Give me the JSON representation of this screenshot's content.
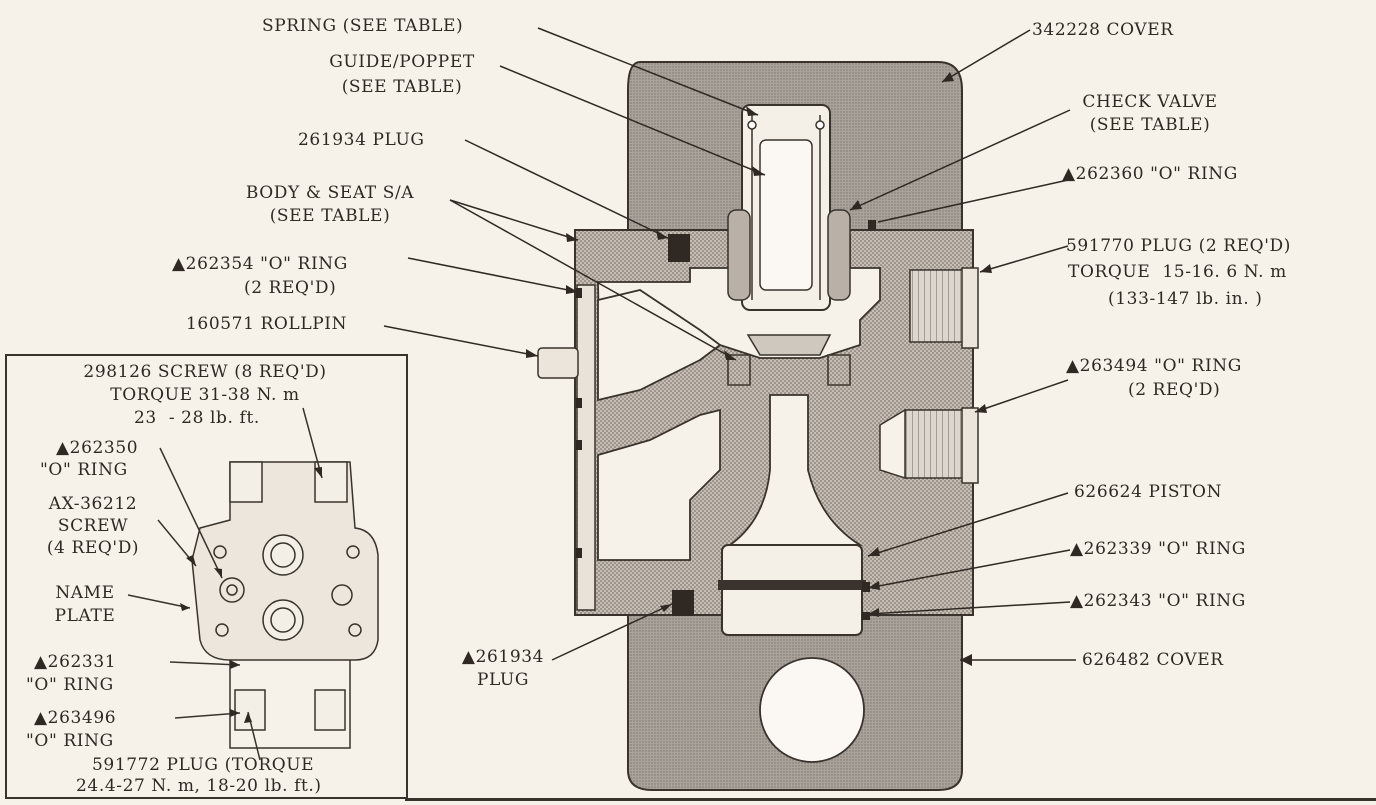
{
  "labels": {
    "spring": "SPRING (SEE TABLE)",
    "cover_top": "342228 COVER",
    "guide_poppet_1": "GUIDE/POPPET",
    "guide_poppet_2": "(SEE TABLE)",
    "check_valve_1": "CHECK VALVE",
    "check_valve_2": "(SEE TABLE)",
    "plug_261934": "261934 PLUG",
    "oring_262360": "▲262360 \"O\" RING",
    "body_seat_1": "BODY & SEAT S/A",
    "body_seat_2": "(SEE TABLE)",
    "plug_591770_1": "591770 PLUG (2 REQ'D)",
    "plug_591770_2": "TORQUE  15-16. 6 N. m",
    "plug_591770_3": "(133-147 lb. in. )",
    "oring_262354_1": "▲262354 \"O\" RING",
    "oring_262354_2": "(2 REQ'D)",
    "rollpin": "160571 ROLLPIN",
    "oring_263494_1": "▲263494 \"O\" RING",
    "oring_263494_2": "(2 REQ'D)",
    "piston": "626624 PISTON",
    "oring_262339": "▲262339 \"O\" RING",
    "oring_262343": "▲262343 \"O\" RING",
    "plug_261934_b_1": "▲261934",
    "plug_261934_b_2": "PLUG",
    "cover_bottom": "626482 COVER"
  },
  "inset": {
    "screw_1": "298126 SCREW (8 REQ'D)",
    "screw_2": "TORQUE 31-38 N. m",
    "screw_3": "23  - 28 lb. ft.",
    "oring_262350_1": "▲262350",
    "oring_262350_2": "\"O\" RING",
    "ax_1": "AX-36212",
    "ax_2": "SCREW",
    "ax_3": "(4 REQ'D)",
    "name_1": "NAME",
    "name_2": "PLATE",
    "oring_262331_1": "▲262331",
    "oring_262331_2": "\"O\" RING",
    "oring_263496_1": "▲263496",
    "oring_263496_2": "\"O\" RING",
    "plug_591772_1": "591772 PLUG (TORQUE",
    "plug_591772_2": "24.4-27 N. m, 18-20 lb. ft.)"
  },
  "colors": {
    "cover_fill": "#a9a39e",
    "body_fill": "#bdb6ae",
    "cavity_fill": "#f6f2ea",
    "ink": "#2f2823"
  }
}
